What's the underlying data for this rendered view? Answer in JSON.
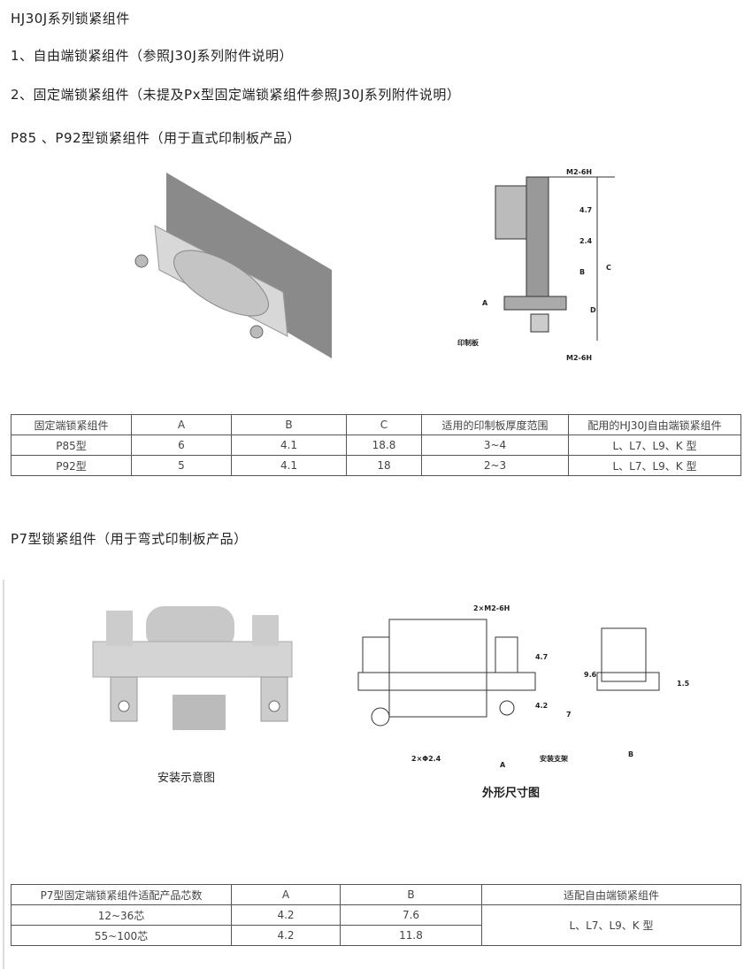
{
  "headings": {
    "title": "HJ30J系列锁紧组件",
    "item1": "1、自由端锁紧组件（参照J30J系列附件说明）",
    "item2": "2、固定端锁紧组件（未提及Px型固定端锁紧组件参照J30J系列附件说明）",
    "p85": "P85 、P92型锁紧组件（用于直式印制板产品）",
    "p7": "P7型锁紧组件（用于弯式印制板产品）"
  },
  "drawing1": {
    "m_top": "M2-6H",
    "d47": "4.7",
    "d24": "2.4",
    "b": "B",
    "c": "C",
    "a": "A",
    "d": "D",
    "pcb": "印制板",
    "m_bot": "M2-6H"
  },
  "table1": {
    "headers": [
      "固定端锁紧组件",
      "A",
      "B",
      "C",
      "适用的印制板厚度范围",
      "配用的HJ30J自由端锁紧组件"
    ],
    "rows": [
      [
        "P85型",
        "6",
        "4.1",
        "18.8",
        "3~4",
        "L、L7、L9、K 型"
      ],
      [
        "P92型",
        "5",
        "4.1",
        "18",
        "2~3",
        "L、L7、L9、K 型"
      ]
    ]
  },
  "drawing2": {
    "m": "2×M2-6H",
    "d47": "4.7",
    "d96": "9.6",
    "d15": "1.5",
    "d42": "4.2",
    "d7": "7",
    "phi": "2×Φ2.4",
    "a": "A",
    "b": "B",
    "bracket": "安装支架"
  },
  "captions": {
    "install": "安装示意图",
    "outline": "外形尺寸图"
  },
  "table2": {
    "headers": [
      "P7型固定端锁紧组件适配产品芯数",
      "A",
      "B",
      "适配自由端锁紧组件"
    ],
    "rows": [
      [
        "12~36芯",
        "4.2",
        "7.6"
      ],
      [
        "55~100芯",
        "4.2",
        "11.8"
      ]
    ],
    "merged": "L、L7、L9、K 型"
  }
}
